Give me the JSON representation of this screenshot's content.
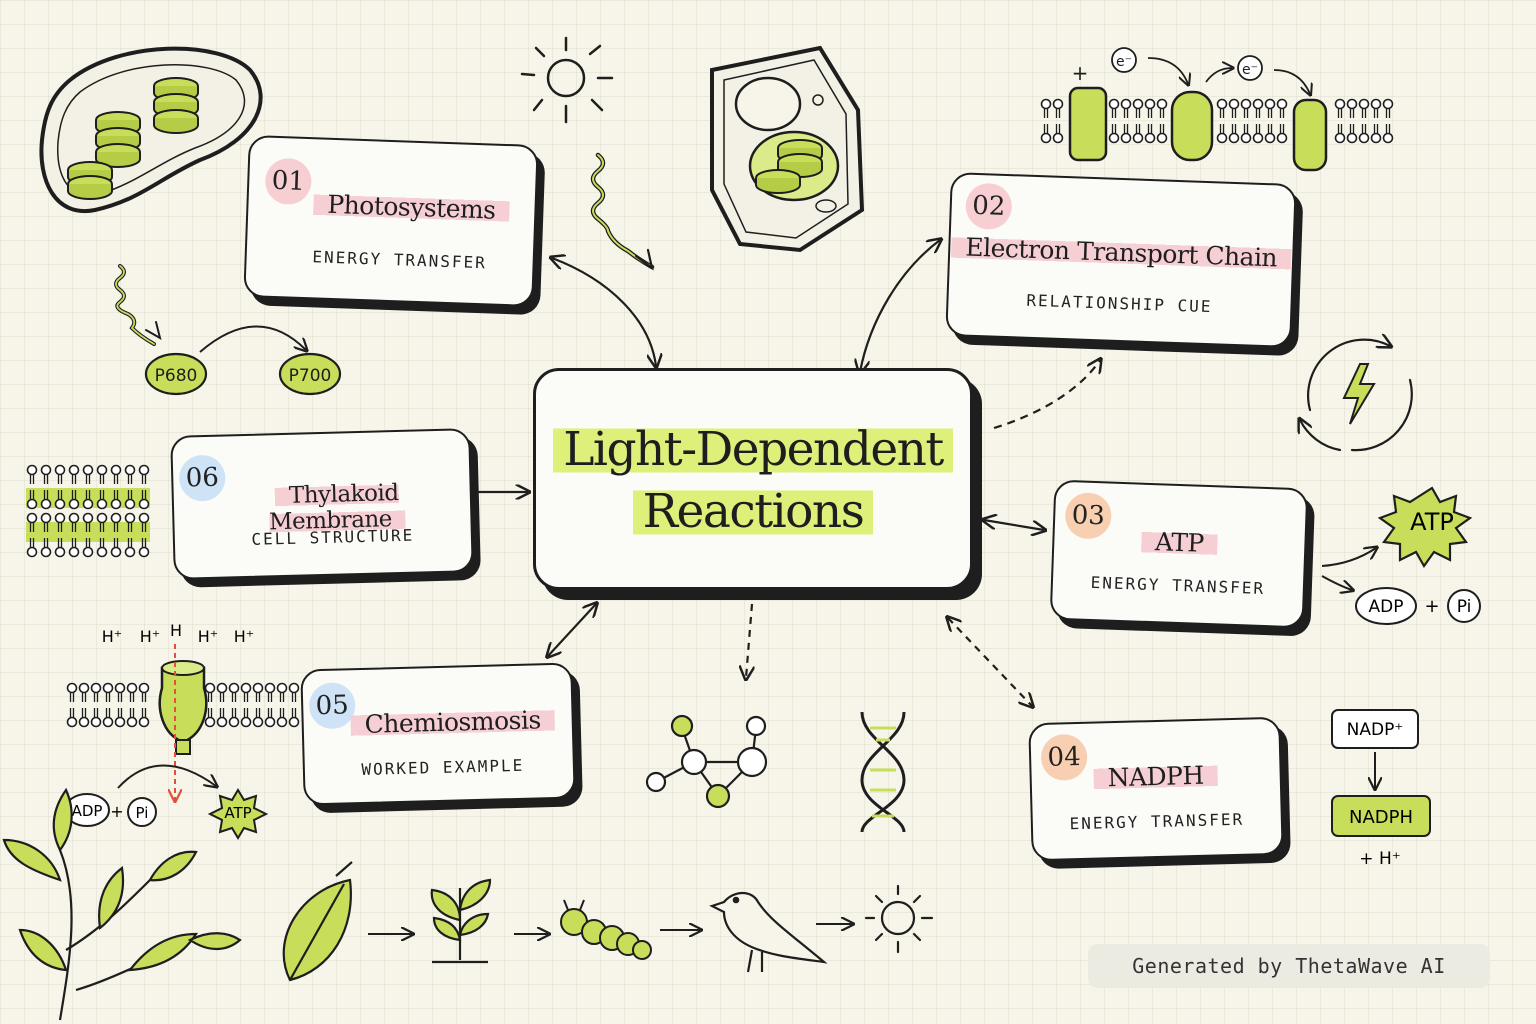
{
  "central_topic": {
    "line1": "Light-Dependent",
    "line2": "Reactions"
  },
  "topics": [
    {
      "number": "01",
      "title": "Photosystems",
      "subtitle": "ENERGY TRANSFER"
    },
    {
      "number": "02",
      "title": "Electron Transport Chain",
      "subtitle": "RELATIONSHIP CUE"
    },
    {
      "number": "03",
      "title": "ATP",
      "subtitle": "ENERGY TRANSFER"
    },
    {
      "number": "04",
      "title": "NADPH",
      "subtitle": "ENERGY TRANSFER"
    },
    {
      "number": "05",
      "title": "Chemiosmosis",
      "subtitle": "WORKED EXAMPLE"
    },
    {
      "number": "06",
      "title": "Thylakoid Membrane",
      "subtitle": "CELL STRUCTURE"
    }
  ],
  "illustration_labels": {
    "p680": "P680",
    "p700": "P700",
    "electron": "e⁻",
    "plus": "+",
    "atp": "ATP",
    "adp": "ADP",
    "pi": "Pi",
    "nadp_plus": "NADP⁺",
    "nadph": "NADPH",
    "plus_h": "+ H⁺",
    "h_plus": "H⁺",
    "h": "H"
  },
  "footer": {
    "credit": "Generated by ThetaWave AI"
  },
  "colors": {
    "background": "#f7f5e9",
    "accent_green": "#c8de5a",
    "highlight_green": "#def07a",
    "highlight_pink": "#f6cfd4",
    "badge_blue": "#cfe3f7",
    "badge_orange": "#f8cfb0",
    "ink": "#1e1e1e",
    "proton_arrow": "#e0503a"
  },
  "icons": [
    "chloroplast-icon",
    "sun-icon",
    "light-wave-icon",
    "plant-cell-icon",
    "membrane-proteins-icon",
    "energy-cycle-icon",
    "thylakoid-stack-icon",
    "atp-synthase-icon",
    "molecule-icon",
    "dna-icon",
    "leaf-branch-icon",
    "leaf-icon",
    "sprout-icon",
    "caterpillar-icon",
    "bird-icon"
  ]
}
